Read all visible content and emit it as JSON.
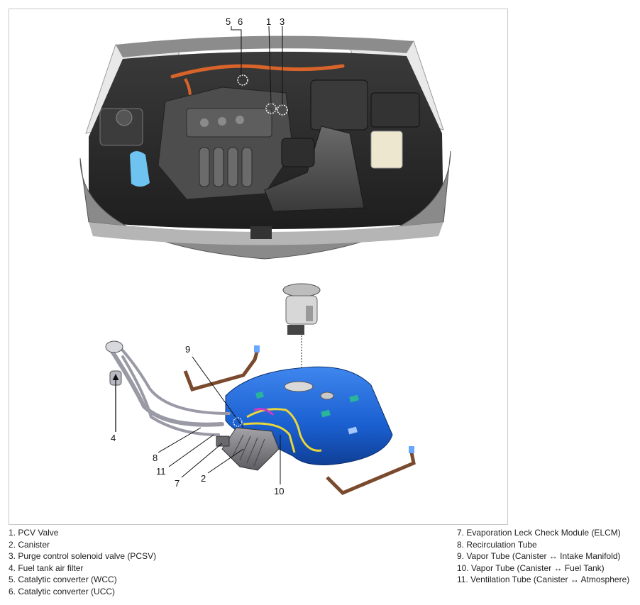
{
  "diagram": {
    "callouts": [
      "1",
      "2",
      "3",
      "4",
      "5",
      "6",
      "7",
      "8",
      "9",
      "10",
      "11"
    ]
  },
  "legend": {
    "left": [
      "1. PCV Valve",
      "2. Canister",
      "3. Purge control solenoid valve (PCSV)",
      "4. Fuel tank air filter",
      "5. Catalytic converter (WCC)",
      "6. Catalytic converter (UCC)"
    ],
    "right": [
      "7. Evaporation Leck Check Module (ELCM)",
      "8. Recirculation Tube",
      "9. Vapor Tube (Canister ↔ Intake Manifold)",
      "10. Vapor Tube (Canister ↔ Fuel Tank)",
      "11. Ventilation Tube (Canister ↔ Atmosphere)"
    ]
  },
  "colors": {
    "engine_bay_dark": "#2b2b2b",
    "engine_bay_mid": "#5a5a5a",
    "body_white": "#e8e8e8",
    "hose_orange": "#d9642a",
    "tank_blue": "#1a5fd0",
    "tank_highlight": "#4c8df0",
    "strap_brown": "#7a4a2e",
    "tube_yellow": "#e8d63a",
    "tube_magenta": "#c93bc9",
    "canister_grey": "#8a8a8f",
    "pad_teal": "#29b59a"
  }
}
